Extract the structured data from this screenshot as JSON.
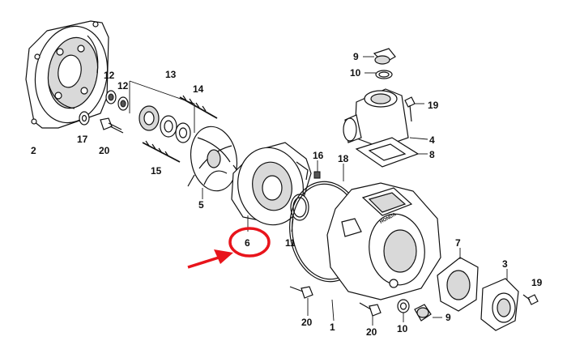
{
  "diagram": {
    "part_numbers": {
      "p1": "1",
      "p2": "2",
      "p3": "3",
      "p4": "4",
      "p5": "5",
      "p6": "6",
      "p7": "7",
      "p8": "8",
      "p9a": "9",
      "p9b": "9",
      "p10a": "10",
      "p10b": "10",
      "p11": "11",
      "p12a": "12",
      "p12b": "12",
      "p13": "13",
      "p14": "14",
      "p15": "15",
      "p16": "16",
      "p17": "17",
      "p18": "18",
      "p19a": "19",
      "p19b": "19",
      "p20a": "20",
      "p20b": "20",
      "p20c": "20"
    },
    "highlight": {
      "target_part": "6",
      "color": "#e8141b"
    },
    "casing_logo": "HONDA",
    "colors": {
      "line": "#111111",
      "fill_gray": "#d9d9d9",
      "background": "#ffffff"
    }
  }
}
